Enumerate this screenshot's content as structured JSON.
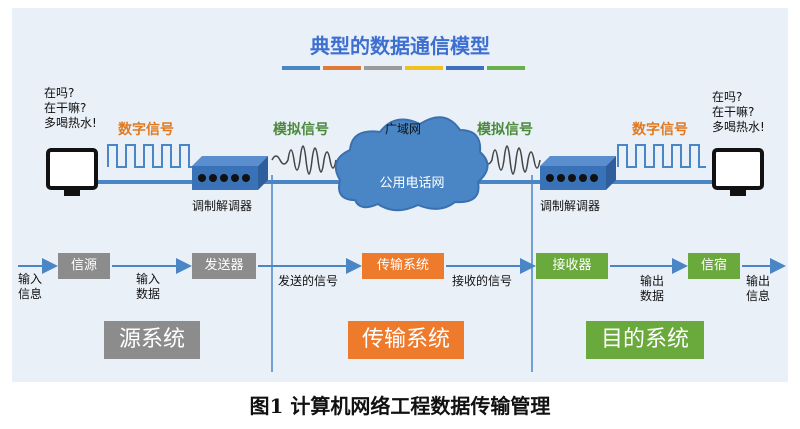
{
  "title": "典型的数据通信模型",
  "title_bar_colors": [
    "#4a86c6",
    "#e07a38",
    "#9a9a9a",
    "#f0c020",
    "#3f6fc0",
    "#6ab04c"
  ],
  "left_question": "在吗?\n在干嘛?\n多喝热水!",
  "right_question": "在吗?\n在干嘛?\n多喝热水!",
  "digital_signal_left": "数字信号",
  "digital_signal_right": "数字信号",
  "analog_signal_left": "模拟信号",
  "analog_signal_right": "模拟信号",
  "wan_label": "广域网",
  "cloud_label": "公用电话网",
  "modem_left": "调制解调器",
  "modem_right": "调制解调器",
  "flow": {
    "input_info": "输入\n信息",
    "source": "信源",
    "input_data": "输入\n数据",
    "transmitter": "发送器",
    "sent_signal": "发送的信号",
    "transmission_system": "传输系统",
    "received_signal": "接收的信号",
    "receiver": "接收器",
    "output_data": "输出\n数据",
    "sink": "信宿",
    "output_info": "输出\n信息"
  },
  "systems": {
    "source_system": "源系统",
    "transmission_system": "传输系统",
    "destination_system": "目的系统"
  },
  "colors": {
    "gray": "#8c8c8c",
    "orange": "#ee7a2c",
    "green": "#6aaa3c",
    "blue_line": "#4a86c6",
    "digital_label": "#e07a20",
    "analog_label": "#4a8a3a"
  },
  "caption": "图1 计算机网络工程数据传输管理"
}
